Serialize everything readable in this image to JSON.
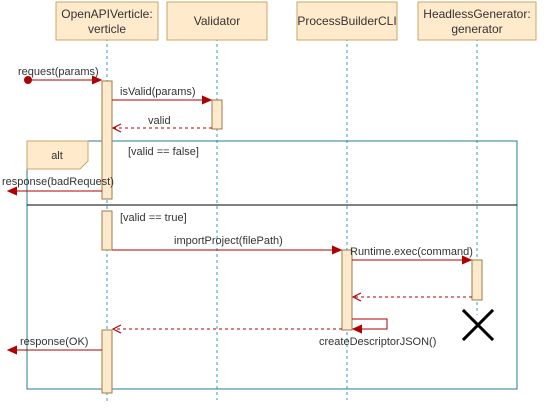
{
  "participants": [
    {
      "id": "verticle",
      "lines": [
        "OpenAPIVerticle:",
        "verticle"
      ]
    },
    {
      "id": "validator",
      "lines": [
        "Validator"
      ]
    },
    {
      "id": "cli",
      "lines": [
        "ProcessBuilderCLI"
      ]
    },
    {
      "id": "generator",
      "lines": [
        "HeadlessGenerator:",
        "generator"
      ]
    }
  ],
  "fragment": {
    "operator": "alt",
    "guard_1": "[valid == false]",
    "guard_2": "[valid == true]"
  },
  "messages": {
    "request": "request(params)",
    "is_valid": "isValid(params)",
    "valid_return": "valid",
    "response_bad": "response(badRequest)",
    "import_project": "importProject(filePath)",
    "runtime_exec": "Runtime.exec(command)",
    "create_descriptor": "createDescriptorJSON()",
    "response_ok": "response(OK)"
  },
  "colors": {
    "participant_fill": "#ffeacc",
    "participant_stroke": "#c9a66b",
    "header_text": "#333333",
    "lifeline": "#3a9fb5",
    "activation_fill": "#fde9cc",
    "activation_stroke": "#a07a45",
    "arrow": "#b00000",
    "fragment_border": "#2a7e8c",
    "destroy": "#000000"
  }
}
